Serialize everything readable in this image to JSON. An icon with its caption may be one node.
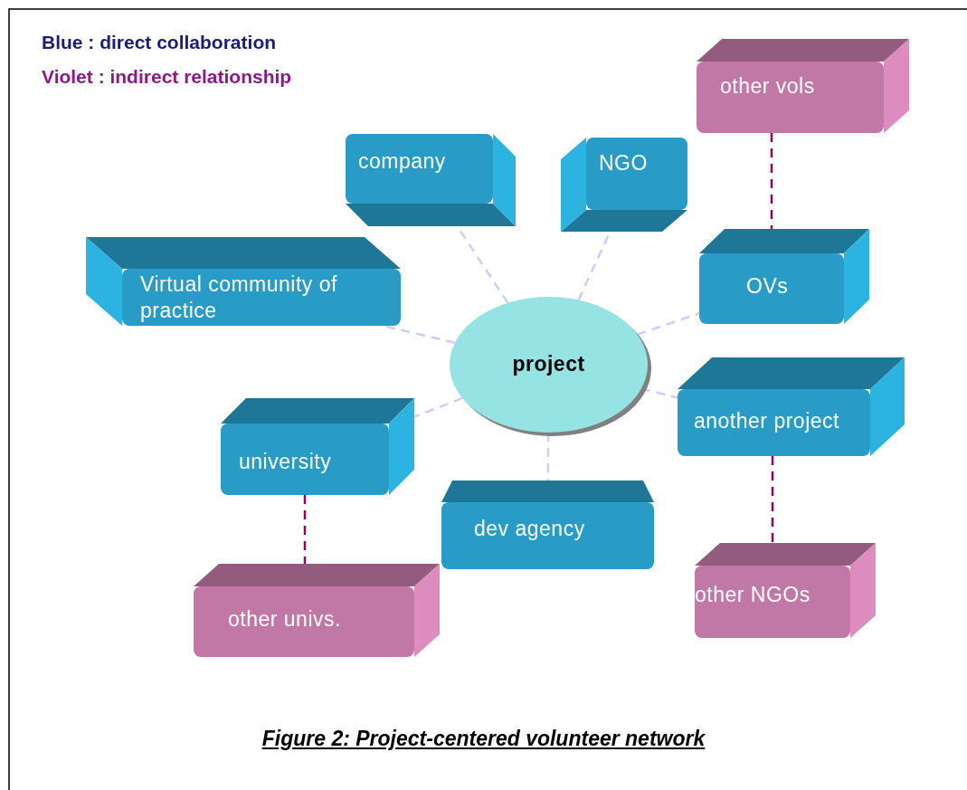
{
  "diagram": {
    "caption": "Figure 2: Project-centered volunteer network",
    "nodes": [
      {
        "text": [
          "company"
        ]
      },
      {
        "text": [
          "NGO"
        ]
      },
      {
        "text": [
          "other vols"
        ]
      },
      {
        "text": [
          "Virtual community of practice"
        ]
      },
      {
        "text": [
          "OVs"
        ]
      },
      {
        "text": [
          "project"
        ]
      },
      {
        "text": [
          "another project"
        ]
      },
      {
        "text": [
          "university"
        ]
      },
      {
        "text": [
          "dev agency"
        ]
      },
      {
        "text": [
          "other univs."
        ]
      },
      {
        "text": [
          "other NGOs"
        ]
      }
    ],
    "edges": [
      {
        "from": 5,
        "to": 0,
        "arrow": "none",
        "style": "dashed"
      },
      {
        "from": 5,
        "to": 1,
        "arrow": "none",
        "style": "dashed"
      },
      {
        "from": 5,
        "to": 3,
        "arrow": "none",
        "style": "dashed"
      },
      {
        "from": 5,
        "to": 4,
        "arrow": "none",
        "style": "dashed"
      },
      {
        "from": 5,
        "to": 6,
        "arrow": "none",
        "style": "dashed"
      },
      {
        "from": 5,
        "to": 7,
        "arrow": "none",
        "style": "dashed"
      },
      {
        "from": 5,
        "to": 8,
        "arrow": "none",
        "style": "dashed"
      },
      {
        "from": 2,
        "to": 4,
        "arrow": "none",
        "style": "dashed",
        "color": "#990066"
      },
      {
        "from": 7,
        "to": 9,
        "arrow": "none",
        "style": "dashed",
        "color": "#990066"
      },
      {
        "from": 6,
        "to": 10,
        "arrow": "none",
        "style": "dashed",
        "color": "#990066"
      }
    ],
    "legend": [
      {
        "text": "Blue : direct collaboration",
        "color": "#1a1a80"
      },
      {
        "text": "Violet : indirect relationship",
        "color": "#8b1a8b"
      }
    ]
  }
}
